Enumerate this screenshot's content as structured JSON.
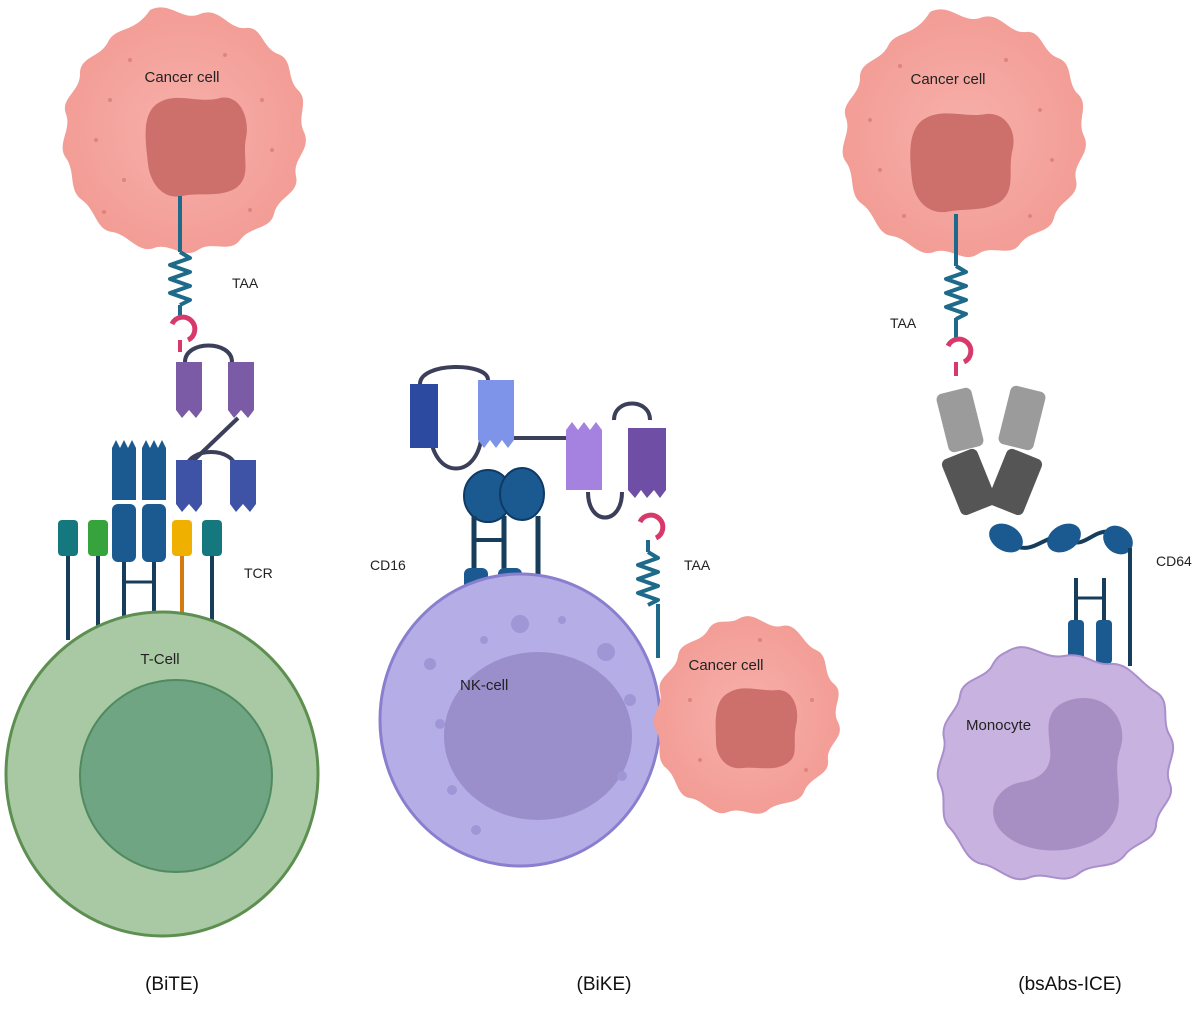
{
  "panels": [
    {
      "caption": "(BiTE)",
      "target_cell": "Cancer cell",
      "antigen": "TAA",
      "receptor": "TCR",
      "effector_cell": "T-Cell"
    },
    {
      "caption": "(BiKE)",
      "target_cell": "Cancer cell",
      "antigen": "TAA",
      "receptor": "CD16",
      "effector_cell": "NK-cell"
    },
    {
      "caption": "(bsAbs-ICE)",
      "target_cell": "Cancer cell",
      "antigen": "TAA",
      "receptor": "CD64",
      "effector_cell": "Monocyte"
    }
  ],
  "colors": {
    "cancer_cell": "#f4a39c",
    "cancer_nucleus": "#cd6f6b",
    "t_cell": "#a8c9a3",
    "t_cell_nucleus": "#6fa583",
    "nk_cell": "#b5aee6",
    "nk_nucleus": "#9b8fcb",
    "monocyte": "#c8b2e0",
    "monocyte_nucleus": "#a88fc3",
    "receptor_dark_blue": "#1b5a91",
    "antibody_purple": "#7b5aa6",
    "antibody_blue": "#3e53a5",
    "antigen_teal": "#1e6a8a",
    "epitope_red": "#d9386b"
  }
}
